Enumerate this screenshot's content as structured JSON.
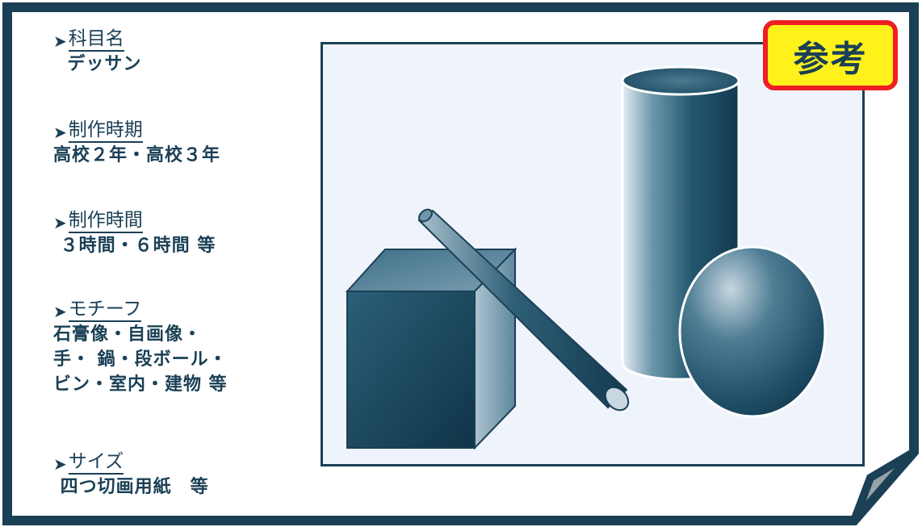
{
  "colors": {
    "ink": "#1b4056",
    "panel": "#eff3fb",
    "badge_fill": "#fff21a",
    "badge_border": "#ee1e23"
  },
  "badge": {
    "label": "参考"
  },
  "info": {
    "bullet": "➤",
    "items": [
      {
        "heading": "科目名",
        "lines": [
          "  デッサン"
        ]
      },
      {
        "heading": "制作時期",
        "lines": [
          "高校２年・高校３年"
        ]
      },
      {
        "heading": "制作時間",
        "lines": [
          " ３時間・６時間 等"
        ]
      },
      {
        "heading": "モチーフ",
        "lines": [
          "石膏像・自画像・",
          "手・ 鍋・段ボール・",
          "ビン・室内・建物 等"
        ]
      },
      {
        "heading": "サイズ",
        "lines": [
          " 四つ切画用紙　等"
        ]
      }
    ]
  },
  "drawing": {
    "objects": [
      "cube",
      "rod",
      "cylinder",
      "sphere"
    ]
  }
}
